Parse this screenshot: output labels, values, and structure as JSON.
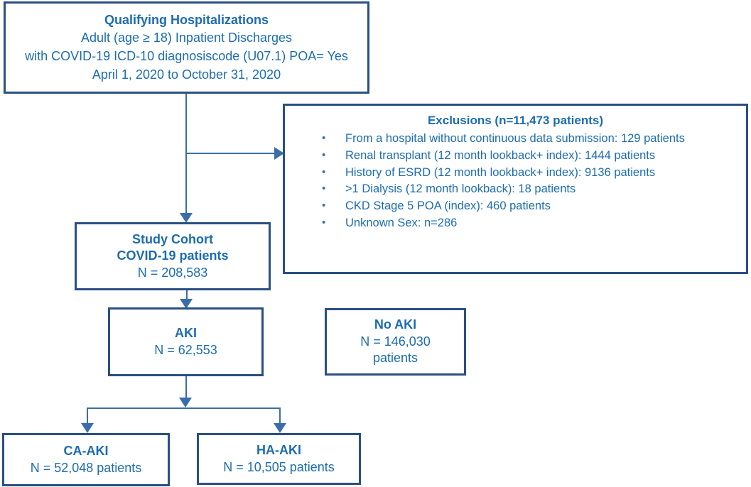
{
  "diagram": {
    "title": "COVID-19 AKI Study Cohort Flow Diagram",
    "colors": {
      "box_border": "#2a4f82",
      "text": "#1c6cb0",
      "connector": "#3a6ea8",
      "background": "#ffffff"
    }
  },
  "boxes": {
    "qualifying": {
      "name": "Qualifying Hospitalizations",
      "lines": [
        "Qualifying Hospitalizations",
        "Adult (age ≥ 18) Inpatient Discharges",
        "with COVID-19 ICD-10 diagnosiscode (U07.1) POA= Yes",
        "April 1, 2020 to October 31, 2020"
      ]
    },
    "exclusions": {
      "title": "Exclusions (n=11,473 patients)",
      "bullet_glyph": "•",
      "items": [
        "From a hospital without continuous data submission: 129 patients",
        "Renal transplant (12 month lookback+ index): 1444 patients",
        "History of ESRD (12 month lookback+ index): 9136 patients",
        ">1 Dialysis (12 month lookback): 18 patients",
        "CKD Stage 5 POA (index): 460 patients",
        "Unknown Sex: n=286"
      ]
    },
    "cohort": {
      "lines": [
        "Study Cohort",
        "COVID-19 patients",
        "N = 208,583"
      ]
    },
    "aki": {
      "lines": [
        "AKI",
        "N = 62,553"
      ]
    },
    "no_aki": {
      "lines": [
        "No AKI",
        "N = 146,030",
        "patients"
      ]
    },
    "ca_aki": {
      "lines": [
        "CA-AKI",
        "N = 52,048 patients"
      ]
    },
    "ha_aki": {
      "lines": [
        "HA-AKI",
        "N = 10,505 patients"
      ]
    }
  }
}
